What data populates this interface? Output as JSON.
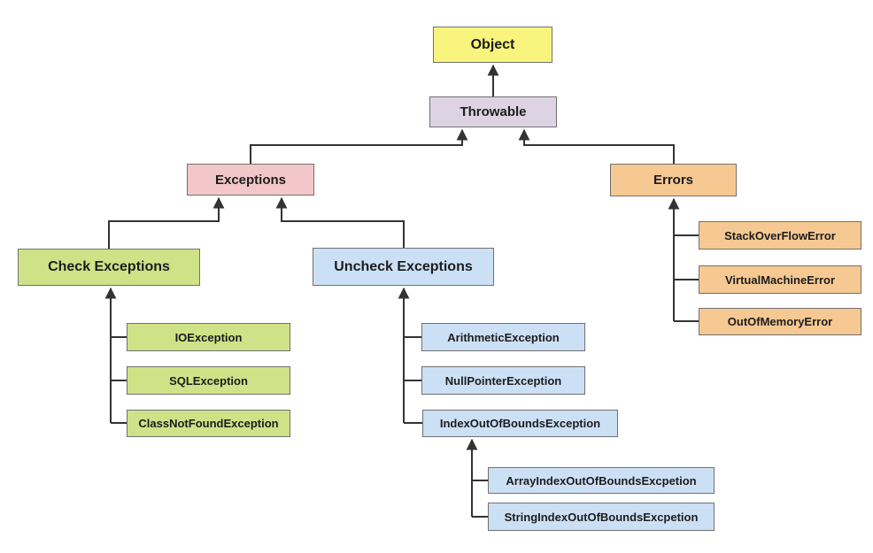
{
  "diagram": {
    "type": "hierarchy-flowchart",
    "subject": "Java Throwable / Exception class hierarchy",
    "colors": {
      "background": "#ffffff",
      "line": "#333333",
      "border": "#707070",
      "yellow": "#f8f47e",
      "lavender": "#ddd3e3",
      "pink": "#f3c7c9",
      "orange": "#f6c993",
      "green": "#cfe287",
      "blue": "#cce0f5"
    },
    "nodes": {
      "object": {
        "label": "Object",
        "color": "#f8f47e"
      },
      "throwable": {
        "label": "Throwable",
        "color": "#ddd3e3"
      },
      "exceptions": {
        "label": "Exceptions",
        "color": "#f3c7c9"
      },
      "errors": {
        "label": "Errors",
        "color": "#f6c993"
      },
      "check_exceptions": {
        "label": "Check Exceptions",
        "color": "#cfe287"
      },
      "uncheck_exceptions": {
        "label": "Uncheck Exceptions",
        "color": "#cce0f5"
      },
      "io_exception": {
        "label": "IOException",
        "color": "#cfe287"
      },
      "sql_exception": {
        "label": "SQLException",
        "color": "#cfe287"
      },
      "class_not_found": {
        "label": "ClassNotFoundException",
        "color": "#cfe287"
      },
      "arithmetic": {
        "label": "ArithmeticException",
        "color": "#cce0f5"
      },
      "null_pointer": {
        "label": "NullPointerException",
        "color": "#cce0f5"
      },
      "index_oob": {
        "label": "IndexOutOfBoundsException",
        "color": "#cce0f5"
      },
      "array_index_oob": {
        "label": "ArrayIndexOutOfBoundsExcpetion",
        "color": "#cce0f5"
      },
      "string_index_oob": {
        "label": "StringIndexOutOfBoundsExcpetion",
        "color": "#cce0f5"
      },
      "stack_overflow": {
        "label": "StackOverFlowError",
        "color": "#f6c993"
      },
      "virtual_machine": {
        "label": "VirtualMachineError",
        "color": "#f6c993"
      },
      "out_of_memory": {
        "label": "OutOfMemoryError",
        "color": "#f6c993"
      }
    },
    "edges": [
      {
        "from": "throwable",
        "to": "object"
      },
      {
        "from": "exceptions",
        "to": "throwable"
      },
      {
        "from": "errors",
        "to": "throwable"
      },
      {
        "from": "check_exceptions",
        "to": "exceptions"
      },
      {
        "from": "uncheck_exceptions",
        "to": "exceptions"
      },
      {
        "from": "io_exception",
        "to": "check_exceptions"
      },
      {
        "from": "sql_exception",
        "to": "check_exceptions"
      },
      {
        "from": "class_not_found",
        "to": "check_exceptions"
      },
      {
        "from": "arithmetic",
        "to": "uncheck_exceptions"
      },
      {
        "from": "null_pointer",
        "to": "uncheck_exceptions"
      },
      {
        "from": "index_oob",
        "to": "uncheck_exceptions"
      },
      {
        "from": "array_index_oob",
        "to": "index_oob"
      },
      {
        "from": "string_index_oob",
        "to": "index_oob"
      },
      {
        "from": "stack_overflow",
        "to": "errors"
      },
      {
        "from": "virtual_machine",
        "to": "errors"
      },
      {
        "from": "out_of_memory",
        "to": "errors"
      }
    ]
  }
}
